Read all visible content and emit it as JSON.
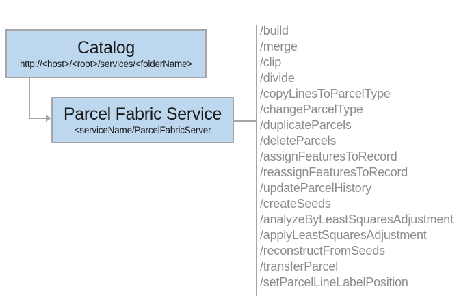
{
  "diagram": {
    "catalog": {
      "title": "Catalog",
      "subtitle": "http://<host>/<root>/services/<folderName>"
    },
    "service": {
      "title": "Parcel Fabric Service",
      "subtitle": "<serviceName/ParcelFabricServer"
    },
    "endpoints": [
      "/build",
      "/merge",
      "/clip",
      "/divide",
      "/copyLinesToParcelType",
      "/changeParcelType",
      "/duplicateParcels",
      "/deleteParcels",
      "/assignFeaturesToRecord",
      "/reassignFeaturesToRecord",
      "/updateParcelHistory",
      "/createSeeds",
      "/analyzeByLeastSquaresAdjustment",
      "/applyLeastSquaresAdjustment",
      "/reconstructFromSeeds",
      "/transferParcel",
      "/setParcelLineLabelPosition"
    ],
    "colors": {
      "box_fill": "#BDD7EE",
      "box_border": "#A6A6A6",
      "connector": "#A6A6A6",
      "endpoint_text": "#8C8C8C",
      "title_text": "#1A1A1A"
    }
  }
}
